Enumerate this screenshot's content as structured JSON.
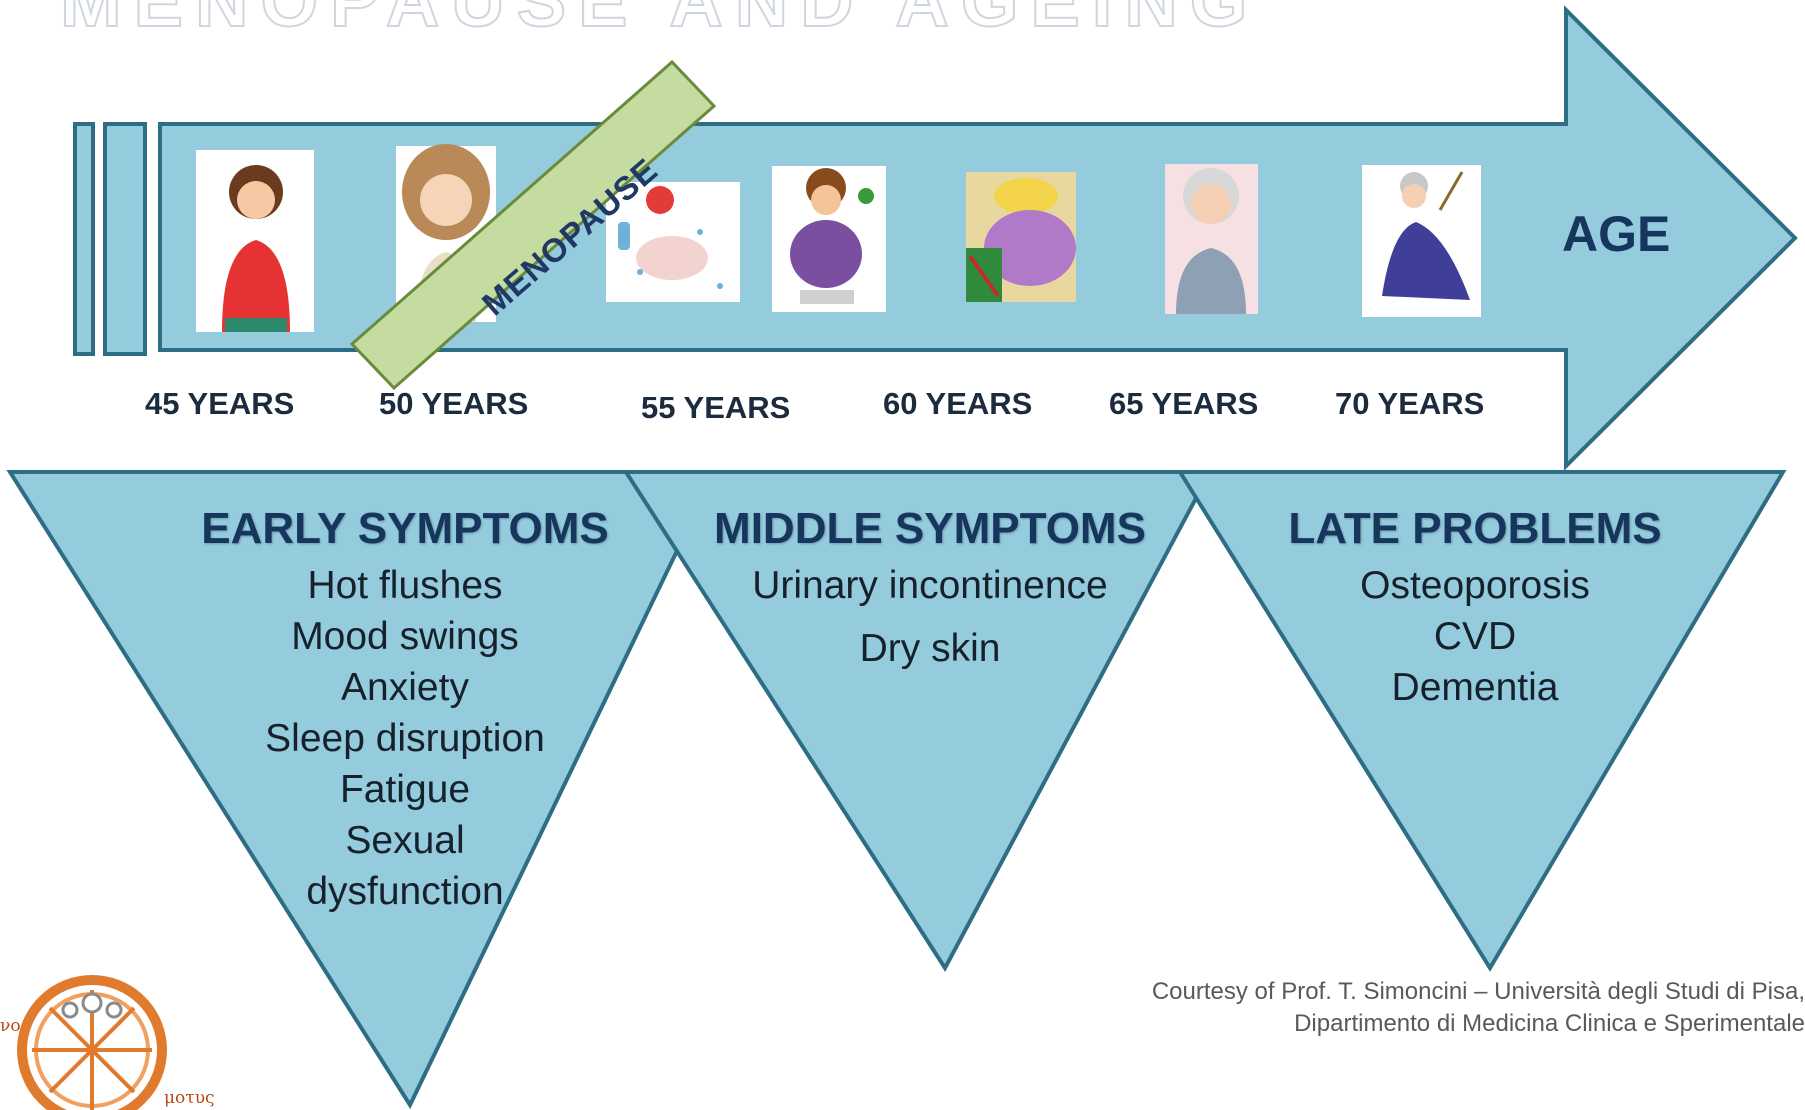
{
  "ghost_title": "MENOPAUSE AND AGEING",
  "arrow": {
    "label": "AGE",
    "marker": "MENOPAUSE"
  },
  "ages": [
    "45 YEARS",
    "50 YEARS",
    "55 YEARS",
    "60 YEARS",
    "65 YEARS",
    "70 YEARS"
  ],
  "illustrations": [
    {
      "name": "woman-45-illustration"
    },
    {
      "name": "woman-50-illustration"
    },
    {
      "name": "hot-flush-woman-illustration"
    },
    {
      "name": "weight-gain-woman-illustration"
    },
    {
      "name": "sleeping-woman-illustration"
    },
    {
      "name": "grey-haired-woman-illustration"
    },
    {
      "name": "elderly-woman-illustration"
    }
  ],
  "columns": [
    {
      "heading": "EARLY SYMPTOMS",
      "items": [
        "Hot flushes",
        "Mood swings",
        "Anxiety",
        "Sleep disruption",
        "Fatigue",
        "Sexual",
        "dysfunction"
      ]
    },
    {
      "heading": "MIDDLE SYMPTOMS",
      "items": [
        "Urinary incontinence",
        "Dry skin"
      ]
    },
    {
      "heading": "LATE PROBLEMS",
      "items": [
        "Osteoporosis",
        "CVD",
        "Dementia"
      ]
    }
  ],
  "credit": {
    "line1": "Courtesy of Prof. T. Simoncini – Università degli Studi di Pisa,",
    "line2": "Dipartimento di Medicina Clinica e Sperimentale"
  },
  "logo": {
    "text_left": "νο",
    "text_right": "μοτυς"
  },
  "colors": {
    "arrow_fill": "#94ccde",
    "arrow_stroke": "#2e6e85",
    "band_fill": "#c4dca0",
    "band_stroke": "#6b8a3c",
    "heading": "#17365d"
  }
}
